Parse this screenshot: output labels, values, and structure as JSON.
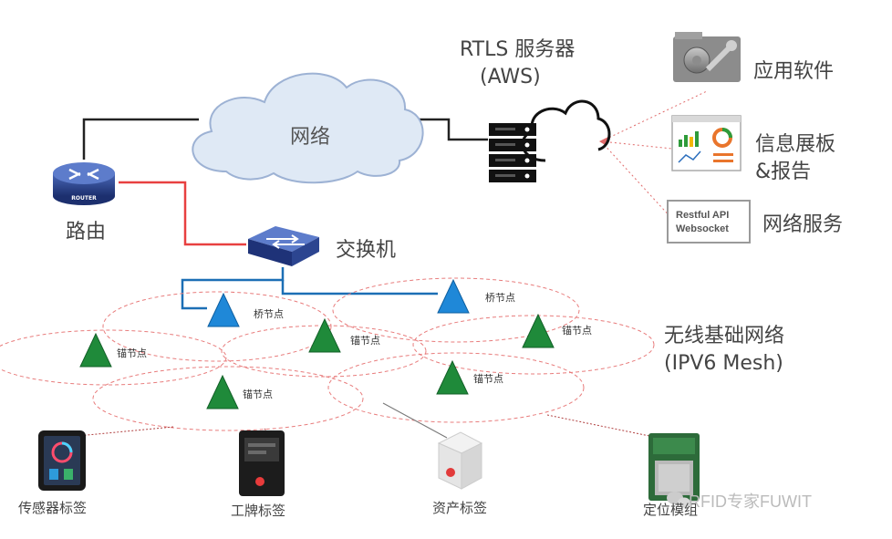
{
  "network_cloud": "网络",
  "rtls_server": {
    "line1": "RTLS 服务器",
    "line2": "(AWS)"
  },
  "router": {
    "label": "路由",
    "badge": "ROUTER"
  },
  "switch_label": "交换机",
  "apps": {
    "app_software": "应用软件",
    "dashboard_line1": "信息展板",
    "dashboard_line2": "&报告",
    "web_services": "网络服务",
    "api_line1": "Restful API",
    "api_line2": "Websocket"
  },
  "nodes": {
    "bridge_1": "桥节点",
    "bridge_2": "桥节点",
    "anchor_1": "锚节点",
    "anchor_2": "锚节点",
    "anchor_3": "锚节点",
    "anchor_4": "锚节点",
    "anchor_5": "锚节点"
  },
  "mesh": {
    "line1": "无线基础网络",
    "line2": "(IPV6 Mesh)"
  },
  "devices": {
    "sensor_tag": "传感器标签",
    "badge_tag": "工牌标签",
    "asset_tag": "资产标签",
    "positioning_module": "定位模组"
  },
  "watermark": "RFID专家FUWIT",
  "colors": {
    "router_line": "#e84040",
    "switch_line": "#1c6fb5",
    "bridge_node": "#1f88d8",
    "anchor_node": "#1f8a3a",
    "mesh_ellipse": "#e87c7c",
    "cloud_fill": "#dfe9f5"
  }
}
